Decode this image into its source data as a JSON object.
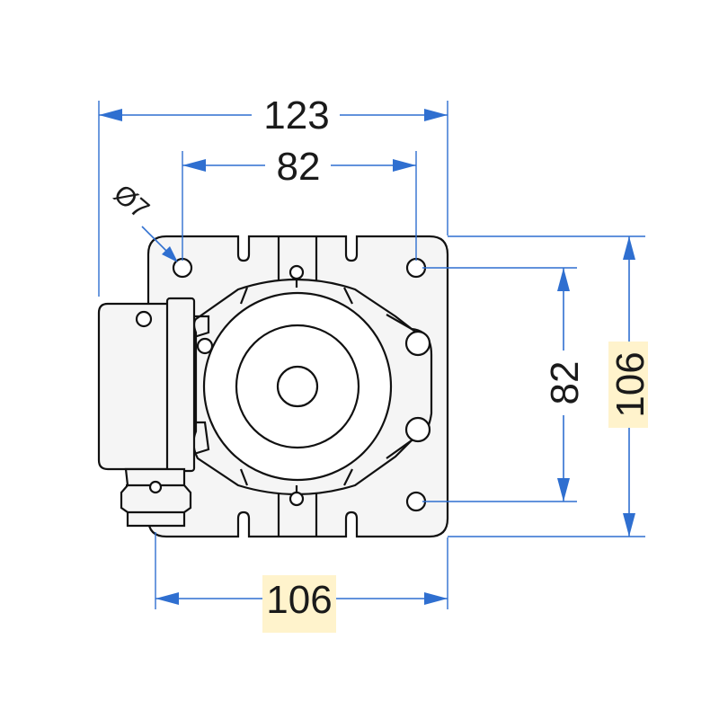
{
  "dimensions": {
    "overall_width": "123",
    "hole_spacing_horizontal": "82",
    "hole_spacing_vertical": "82",
    "plate_height": "106",
    "plate_width": "106",
    "hole_diameter": "Ø7"
  },
  "colors": {
    "dimension_line": "#2f6fd0",
    "highlight": "#fff3cc",
    "outline": "#111111",
    "part_fill": "#f5f5f5"
  }
}
